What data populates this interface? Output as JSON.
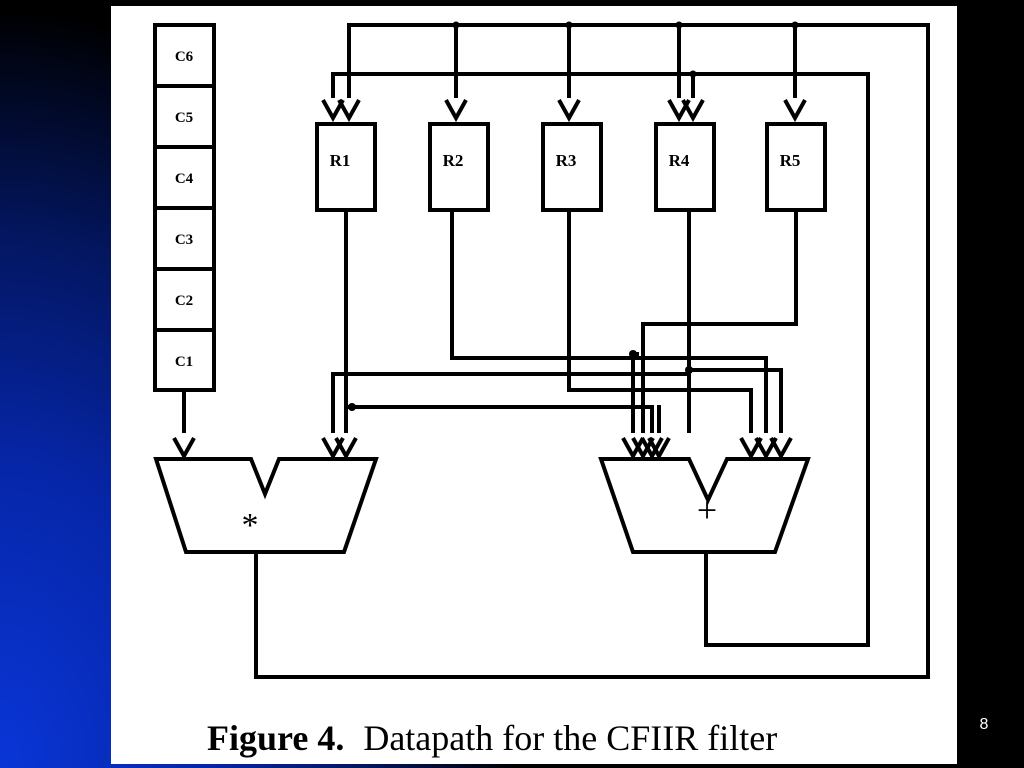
{
  "diagram": {
    "coefficients": [
      "C6",
      "C5",
      "C4",
      "C3",
      "C2",
      "C1"
    ],
    "registers": [
      "R1",
      "R2",
      "R3",
      "R4",
      "R5"
    ],
    "multiplier_symbol": "*",
    "adder_symbol": "+"
  },
  "caption": {
    "label": "Figure 4.",
    "text": "Datapath for the CFIIR filter"
  },
  "slide_number": "8",
  "colors": {
    "background_dark": "#000000",
    "background_blue": "#0a36d8",
    "figure_background": "#ffffff",
    "ink": "#000000"
  }
}
